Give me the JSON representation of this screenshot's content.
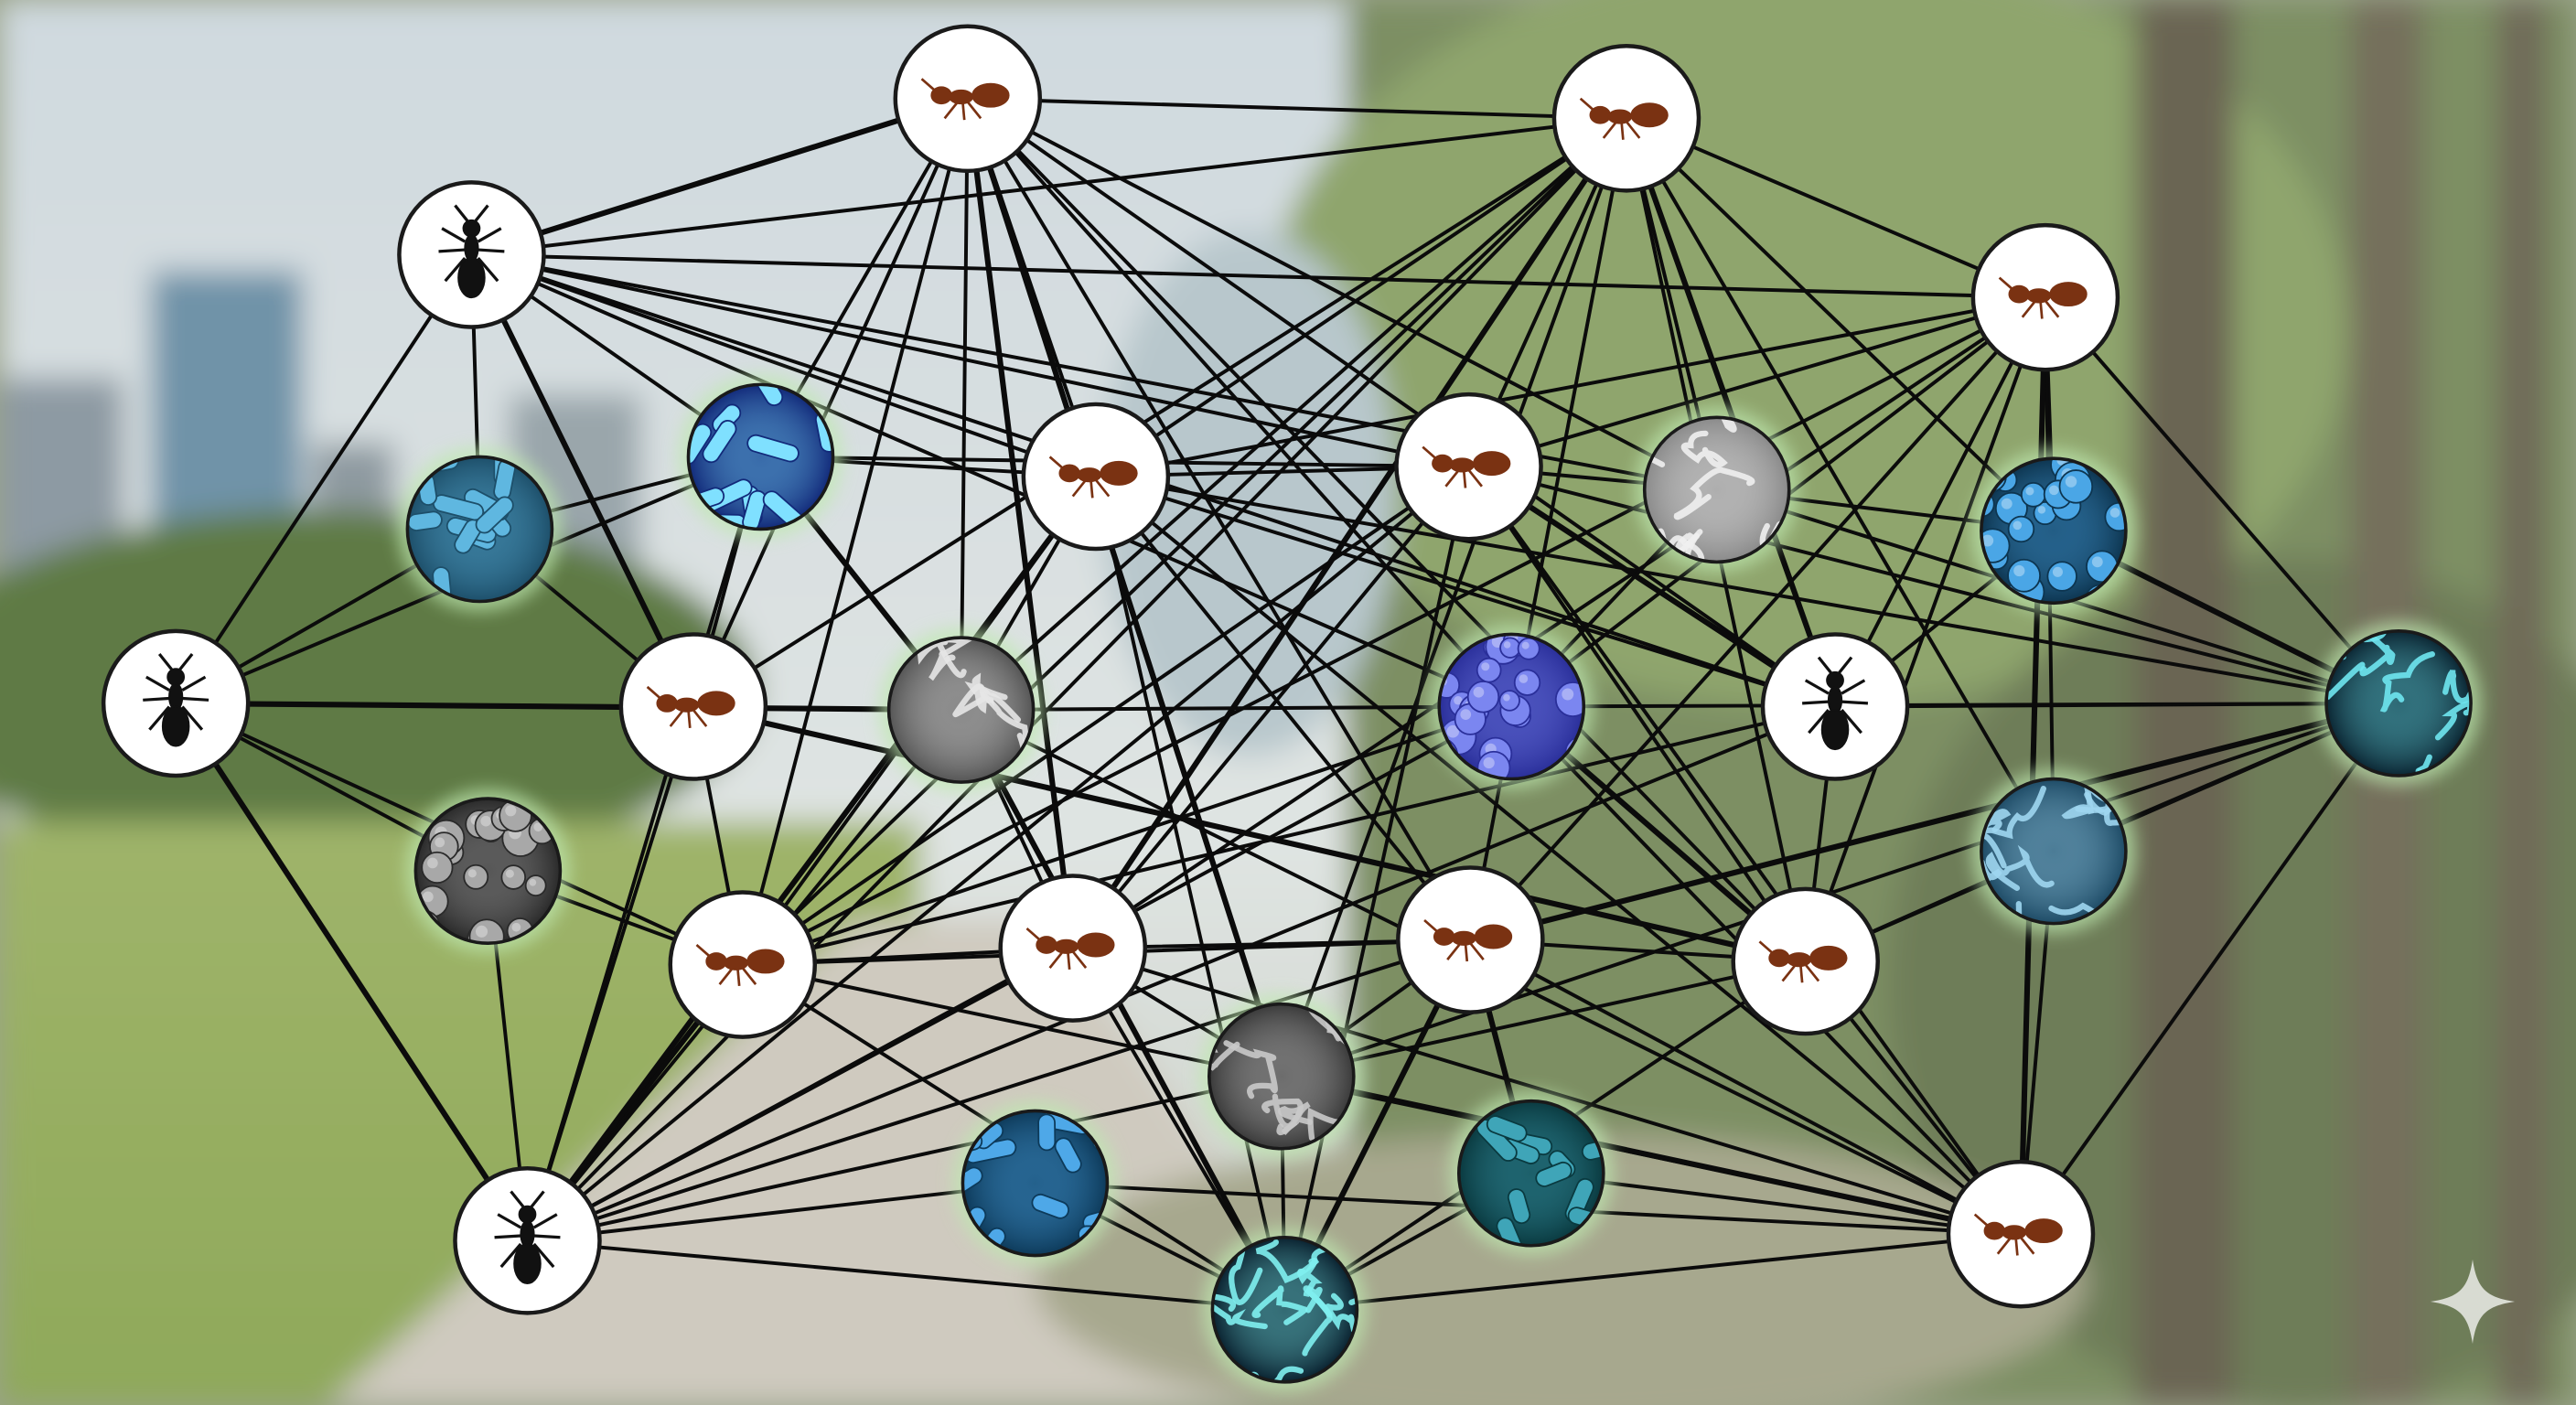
{
  "colors": {
    "edge": "#0b0b0b",
    "node_ring": "#ffffff",
    "node_outline": "#1a1a1a",
    "glow": "#bfe9b0",
    "ant_brown": "#7a3212",
    "ant_black": "#111111",
    "sparkle": "#d8dbd2"
  },
  "nodes": [
    {
      "id": "ant-1",
      "kind": "ant",
      "tone": "brown"
    },
    {
      "id": "ant-2",
      "kind": "ant",
      "tone": "brown"
    },
    {
      "id": "ant-3",
      "kind": "ant",
      "tone": "black"
    },
    {
      "id": "ant-4",
      "kind": "ant",
      "tone": "brown"
    },
    {
      "id": "ant-5",
      "kind": "ant",
      "tone": "brown"
    },
    {
      "id": "ant-6",
      "kind": "ant",
      "tone": "brown"
    },
    {
      "id": "ant-7",
      "kind": "ant",
      "tone": "black"
    },
    {
      "id": "ant-8",
      "kind": "ant",
      "tone": "brown"
    },
    {
      "id": "ant-9",
      "kind": "ant",
      "tone": "black"
    },
    {
      "id": "ant-10",
      "kind": "ant",
      "tone": "brown"
    },
    {
      "id": "ant-11",
      "kind": "ant",
      "tone": "brown"
    },
    {
      "id": "ant-12",
      "kind": "ant",
      "tone": "brown"
    },
    {
      "id": "ant-13",
      "kind": "ant",
      "tone": "brown"
    },
    {
      "id": "ant-14",
      "kind": "ant",
      "tone": "black"
    },
    {
      "id": "ant-15",
      "kind": "ant",
      "tone": "brown"
    },
    {
      "id": "microbe-1",
      "kind": "microbe",
      "pattern": "rods",
      "bg": "#1d4f6a",
      "fg": "#5fb7e0"
    },
    {
      "id": "microbe-2",
      "kind": "microbe",
      "pattern": "rods",
      "bg": "#122a7a",
      "fg": "#7fe0ff"
    },
    {
      "id": "microbe-3",
      "kind": "microbe",
      "pattern": "filaments",
      "bg": "#555",
      "fg": "#e6e6e6"
    },
    {
      "id": "microbe-4",
      "kind": "microbe",
      "pattern": "cocci",
      "bg": "#2a2f9a",
      "fg": "#7b86f0"
    },
    {
      "id": "microbe-5",
      "kind": "microbe",
      "pattern": "filaments",
      "bg": "#8a8a8a",
      "fg": "#f0f0f0"
    },
    {
      "id": "microbe-6",
      "kind": "microbe",
      "pattern": "cocci",
      "bg": "#0d3550",
      "fg": "#4aa6e6"
    },
    {
      "id": "microbe-7",
      "kind": "microbe",
      "pattern": "filaments",
      "bg": "#0b2633",
      "fg": "#6fe6f0"
    },
    {
      "id": "microbe-8",
      "kind": "microbe",
      "pattern": "cocci",
      "bg": "#2a2a2a",
      "fg": "#a8a8a8"
    },
    {
      "id": "microbe-9",
      "kind": "microbe",
      "pattern": "filaments",
      "bg": "#1e4b66",
      "fg": "#9fd6ef"
    },
    {
      "id": "microbe-10",
      "kind": "microbe",
      "pattern": "filaments",
      "bg": "#3a3a3a",
      "fg": "#c9c9c9"
    },
    {
      "id": "microbe-11",
      "kind": "microbe",
      "pattern": "rods",
      "bg": "#0d3a5a",
      "fg": "#4ea8e8"
    },
    {
      "id": "microbe-12",
      "kind": "microbe",
      "pattern": "rods",
      "bg": "#0a3a40",
      "fg": "#3fa5b8"
    },
    {
      "id": "microbe-13",
      "kind": "microbe",
      "pattern": "filaments",
      "bg": "#0a2230",
      "fg": "#7ff0f0"
    }
  ],
  "edges": [
    [
      2,
      0
    ],
    [
      0,
      1
    ],
    [
      1,
      3
    ],
    [
      3,
      21
    ],
    [
      21,
      14
    ],
    [
      14,
      27
    ],
    [
      27,
      13
    ],
    [
      13,
      6
    ],
    [
      6,
      2
    ],
    [
      2,
      15
    ],
    [
      6,
      15
    ],
    [
      6,
      22
    ],
    [
      6,
      7
    ],
    [
      6,
      16
    ],
    [
      6,
      17
    ],
    [
      6,
      9
    ],
    [
      2,
      16
    ],
    [
      2,
      4
    ],
    [
      2,
      5
    ],
    [
      2,
      19
    ],
    [
      2,
      3
    ],
    [
      2,
      7
    ],
    [
      2,
      18
    ],
    [
      2,
      8
    ],
    [
      2,
      1
    ],
    [
      0,
      4
    ],
    [
      0,
      7
    ],
    [
      0,
      9
    ],
    [
      0,
      10
    ],
    [
      0,
      11
    ],
    [
      0,
      12
    ],
    [
      0,
      17
    ],
    [
      0,
      18
    ],
    [
      0,
      19
    ],
    [
      0,
      8
    ],
    [
      0,
      24
    ],
    [
      0,
      16
    ],
    [
      1,
      4
    ],
    [
      1,
      5
    ],
    [
      1,
      19
    ],
    [
      1,
      9
    ],
    [
      1,
      13
    ],
    [
      1,
      10
    ],
    [
      1,
      11
    ],
    [
      1,
      17
    ],
    [
      1,
      7
    ],
    [
      1,
      12
    ],
    [
      1,
      23
    ],
    [
      1,
      20
    ],
    [
      1,
      8
    ],
    [
      1,
      24
    ],
    [
      3,
      20
    ],
    [
      3,
      8
    ],
    [
      3,
      23
    ],
    [
      3,
      12
    ],
    [
      3,
      11
    ],
    [
      3,
      14
    ],
    [
      3,
      18
    ],
    [
      3,
      10
    ],
    [
      3,
      5
    ],
    [
      3,
      4
    ],
    [
      3,
      9
    ],
    [
      21,
      8
    ],
    [
      21,
      20
    ],
    [
      21,
      23
    ],
    [
      21,
      18
    ],
    [
      21,
      5
    ],
    [
      21,
      4
    ],
    [
      21,
      19
    ],
    [
      21,
      12
    ],
    [
      21,
      11
    ],
    [
      21,
      24
    ],
    [
      14,
      12
    ],
    [
      14,
      11
    ],
    [
      14,
      10
    ],
    [
      14,
      9
    ],
    [
      14,
      26
    ],
    [
      14,
      24
    ],
    [
      14,
      25
    ],
    [
      14,
      18
    ],
    [
      14,
      23
    ],
    [
      14,
      4
    ],
    [
      14,
      5
    ],
    [
      14,
      17
    ],
    [
      13,
      9
    ],
    [
      13,
      10
    ],
    [
      13,
      11
    ],
    [
      13,
      25
    ],
    [
      13,
      17
    ],
    [
      13,
      7
    ],
    [
      13,
      22
    ],
    [
      13,
      4
    ],
    [
      13,
      5
    ],
    [
      13,
      16
    ],
    [
      13,
      18
    ],
    [
      13,
      12
    ],
    [
      13,
      8
    ],
    [
      27,
      10
    ],
    [
      27,
      11
    ],
    [
      27,
      9
    ],
    [
      27,
      25
    ],
    [
      27,
      24
    ],
    [
      27,
      26
    ],
    [
      27,
      4
    ],
    [
      27,
      5
    ],
    [
      27,
      17
    ],
    [
      27,
      12
    ],
    [
      4,
      5
    ],
    [
      4,
      17
    ],
    [
      4,
      9
    ],
    [
      4,
      11
    ],
    [
      4,
      8
    ],
    [
      5,
      8
    ],
    [
      5,
      12
    ],
    [
      5,
      9
    ],
    [
      5,
      10
    ],
    [
      7,
      17
    ],
    [
      7,
      9
    ],
    [
      7,
      16
    ],
    [
      7,
      12
    ],
    [
      9,
      10
    ],
    [
      10,
      11
    ],
    [
      11,
      12
    ],
    [
      9,
      11
    ],
    [
      10,
      24
    ],
    [
      11,
      24
    ],
    [
      11,
      26
    ],
    [
      12,
      23
    ],
    [
      8,
      12
    ],
    [
      8,
      20
    ],
    [
      18,
      19
    ],
    [
      17,
      18
    ],
    [
      16,
      4
    ],
    [
      16,
      17
    ],
    [
      15,
      7
    ],
    [
      22,
      9
    ],
    [
      19,
      20
    ],
    [
      5,
      19
    ],
    [
      17,
      10
    ],
    [
      18,
      9
    ],
    [
      18,
      12
    ],
    [
      8,
      9
    ],
    [
      16,
      5
    ],
    [
      15,
      16
    ]
  ]
}
